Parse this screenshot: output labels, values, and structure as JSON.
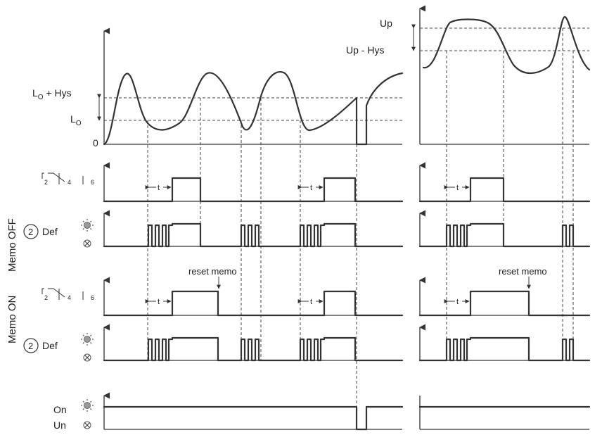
{
  "labels": {
    "lo_hys": "L",
    "lo_hys_sub": "O",
    "lo_hys_tail": " + Hys",
    "lo": "L",
    "lo_sub": "O",
    "zero": "0",
    "up": "Up",
    "up_hys": "Up - Hys",
    "t": "t",
    "relay_pin_a": "2",
    "relay_pin_b": "4",
    "relay_pin_c": "6",
    "led_num": "2",
    "def": "Def",
    "reset_memo": "reset memo",
    "memo_on": "Memo ON",
    "memo_off": "Memo OFF",
    "on": "On",
    "un": "Un"
  }
}
